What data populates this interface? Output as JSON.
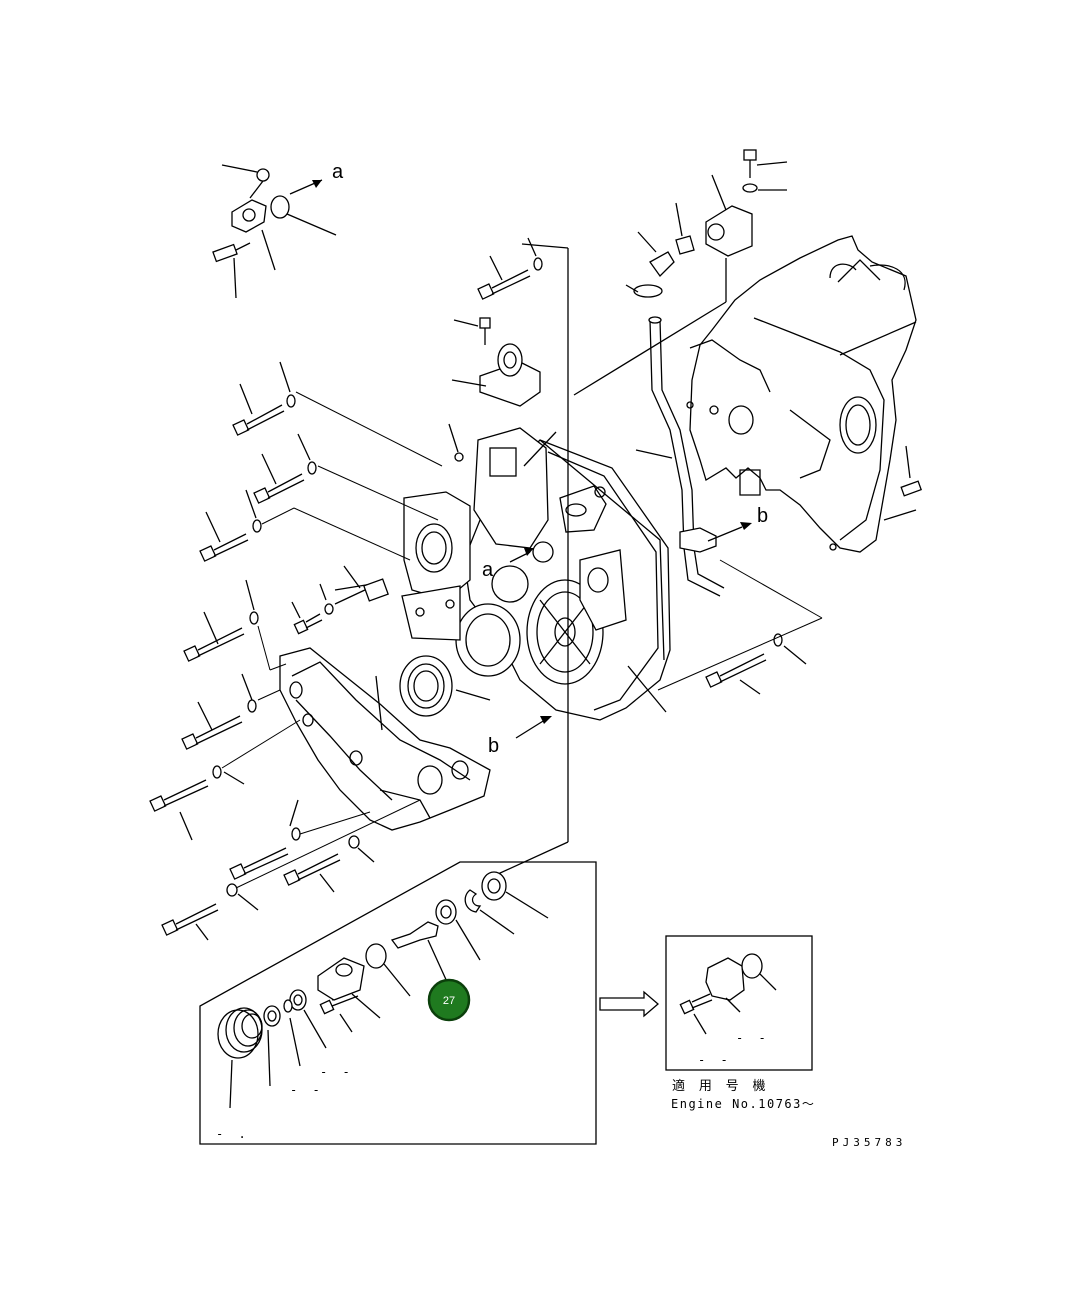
{
  "diagram": {
    "arrow_labels": {
      "a_top": "a",
      "a_mid": "a",
      "b_right": "b",
      "b_low": "b"
    },
    "callout": {
      "number": "27",
      "fill": "#1f7a1f",
      "stroke": "#0b3f0b"
    },
    "inset": {
      "applicable_label": "適 用 号 機",
      "serial_label": "Engine No.10763～"
    },
    "drawing_id": "PJ35783",
    "dash_labels": {
      "d1": "- -",
      "d2": "- -",
      "d3": "- -",
      "d4": "- -",
      "d5": "- ."
    }
  }
}
